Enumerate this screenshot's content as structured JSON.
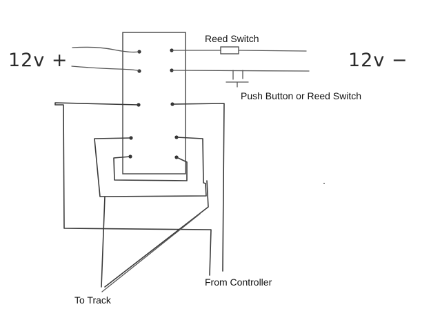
{
  "labels": {
    "supply_positive": "12v +",
    "supply_negative": "12v −",
    "reed_switch": "Reed Switch",
    "push_button": "Push Button or Reed Switch",
    "from_controller": "From Controller",
    "to_track": "To Track"
  }
}
